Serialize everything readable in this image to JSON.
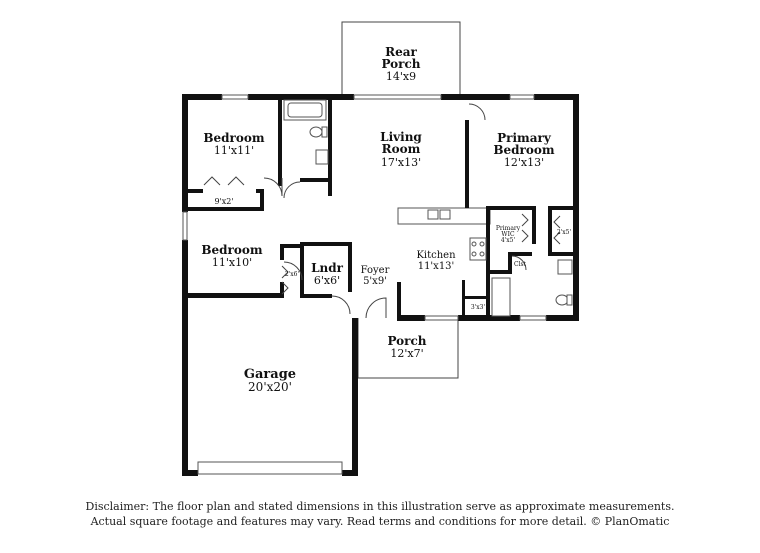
{
  "rooms": {
    "rear_porch": {
      "name_line1": "Rear",
      "name_line2": "Porch",
      "dims": "14'x9"
    },
    "bedroom_top_left": {
      "name": "Bedroom",
      "dims": "11'x11'"
    },
    "living_room": {
      "name_line1": "Living",
      "name_line2": "Room",
      "dims": "17'x13'"
    },
    "primary_bedroom": {
      "name_line1": "Primary",
      "name_line2": "Bedroom",
      "dims": "12'x13'"
    },
    "closet_left": {
      "dims": "9'x2'"
    },
    "bedroom_mid_left": {
      "name": "Bedroom",
      "dims": "11'x10'"
    },
    "closet_small_left": {
      "dims": "2'x6'"
    },
    "laundry": {
      "name": "Lndr",
      "dims": "6'x6'"
    },
    "foyer": {
      "name": "Foyer",
      "dims": "5'x9'"
    },
    "kitchen": {
      "name": "Kitchen",
      "dims": "11'x13'"
    },
    "primary_wic": {
      "name_line1": "Primary",
      "name_line2": "WIC",
      "dims": "4'x5'"
    },
    "closet_right": {
      "dims": "2'x5'"
    },
    "closet_bath": {
      "label": "Clst"
    },
    "closet_tiny": {
      "dims": "3'x3'"
    },
    "front_porch": {
      "name": "Porch",
      "dims": "12'x7'"
    },
    "garage": {
      "name": "Garage",
      "dims": "20'x20'"
    }
  },
  "disclaimer": {
    "line1": "Disclaimer: The floor plan and stated dimensions in this illustration serve as approximate measurements.",
    "line2": "Actual square footage and features may vary. Read terms and conditions for more detail. © PlanOmatic"
  }
}
